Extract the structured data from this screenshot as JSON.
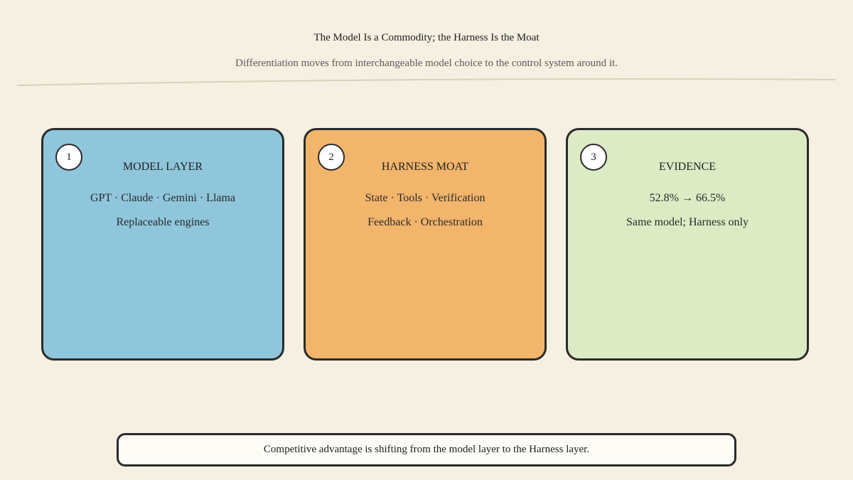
{
  "header": {
    "title": "The Model Is a Commodity; the Harness Is the Moat",
    "subtitle": "Differentiation moves from interchangeable model choice to the control system around it."
  },
  "cards": [
    {
      "number": "1",
      "heading": "MODEL LAYER",
      "line1": "GPT · Claude · Gemini · Llama",
      "line2": "Replaceable engines",
      "color": "#8fc6dc"
    },
    {
      "number": "2",
      "heading": "HARNESS MOAT",
      "line1": "State · Tools · Verification",
      "line2": "Feedback · Orchestration",
      "color": "#f2b56c"
    },
    {
      "number": "3",
      "heading": "EVIDENCE",
      "line1": "52.8% → 66.5%",
      "line2": "Same model; Harness only",
      "color": "#dcebc4"
    }
  ],
  "footer": {
    "text": "Competitive advantage is shifting from the model layer to the Harness layer."
  },
  "colors": {
    "background": "#f6f0e2",
    "border": "#2a2a2a",
    "divider": "#d8d0b8",
    "footer_fill": "#fefcf6"
  }
}
